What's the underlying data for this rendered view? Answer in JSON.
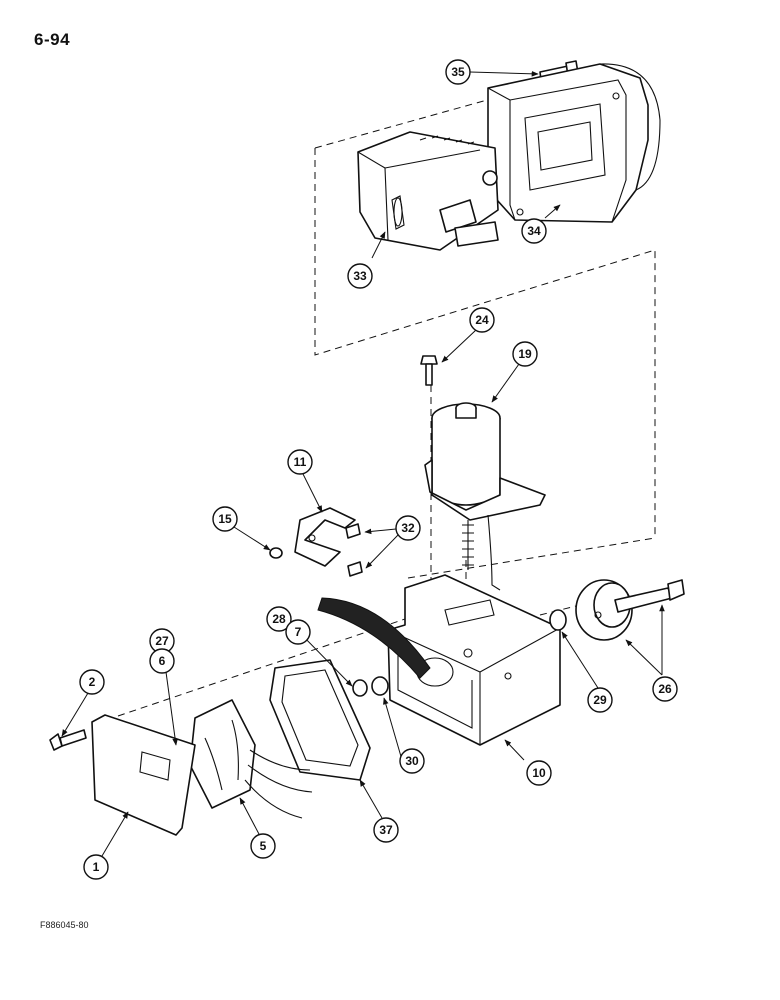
{
  "page_number": "6-94",
  "figure_code": "F886045-80",
  "callouts": [
    "35",
    "34",
    "33",
    "24",
    "19",
    "11",
    "15",
    "32",
    "28",
    "7",
    "27",
    "6",
    "2",
    "1",
    "5",
    "37",
    "30",
    "10",
    "29",
    "26"
  ]
}
